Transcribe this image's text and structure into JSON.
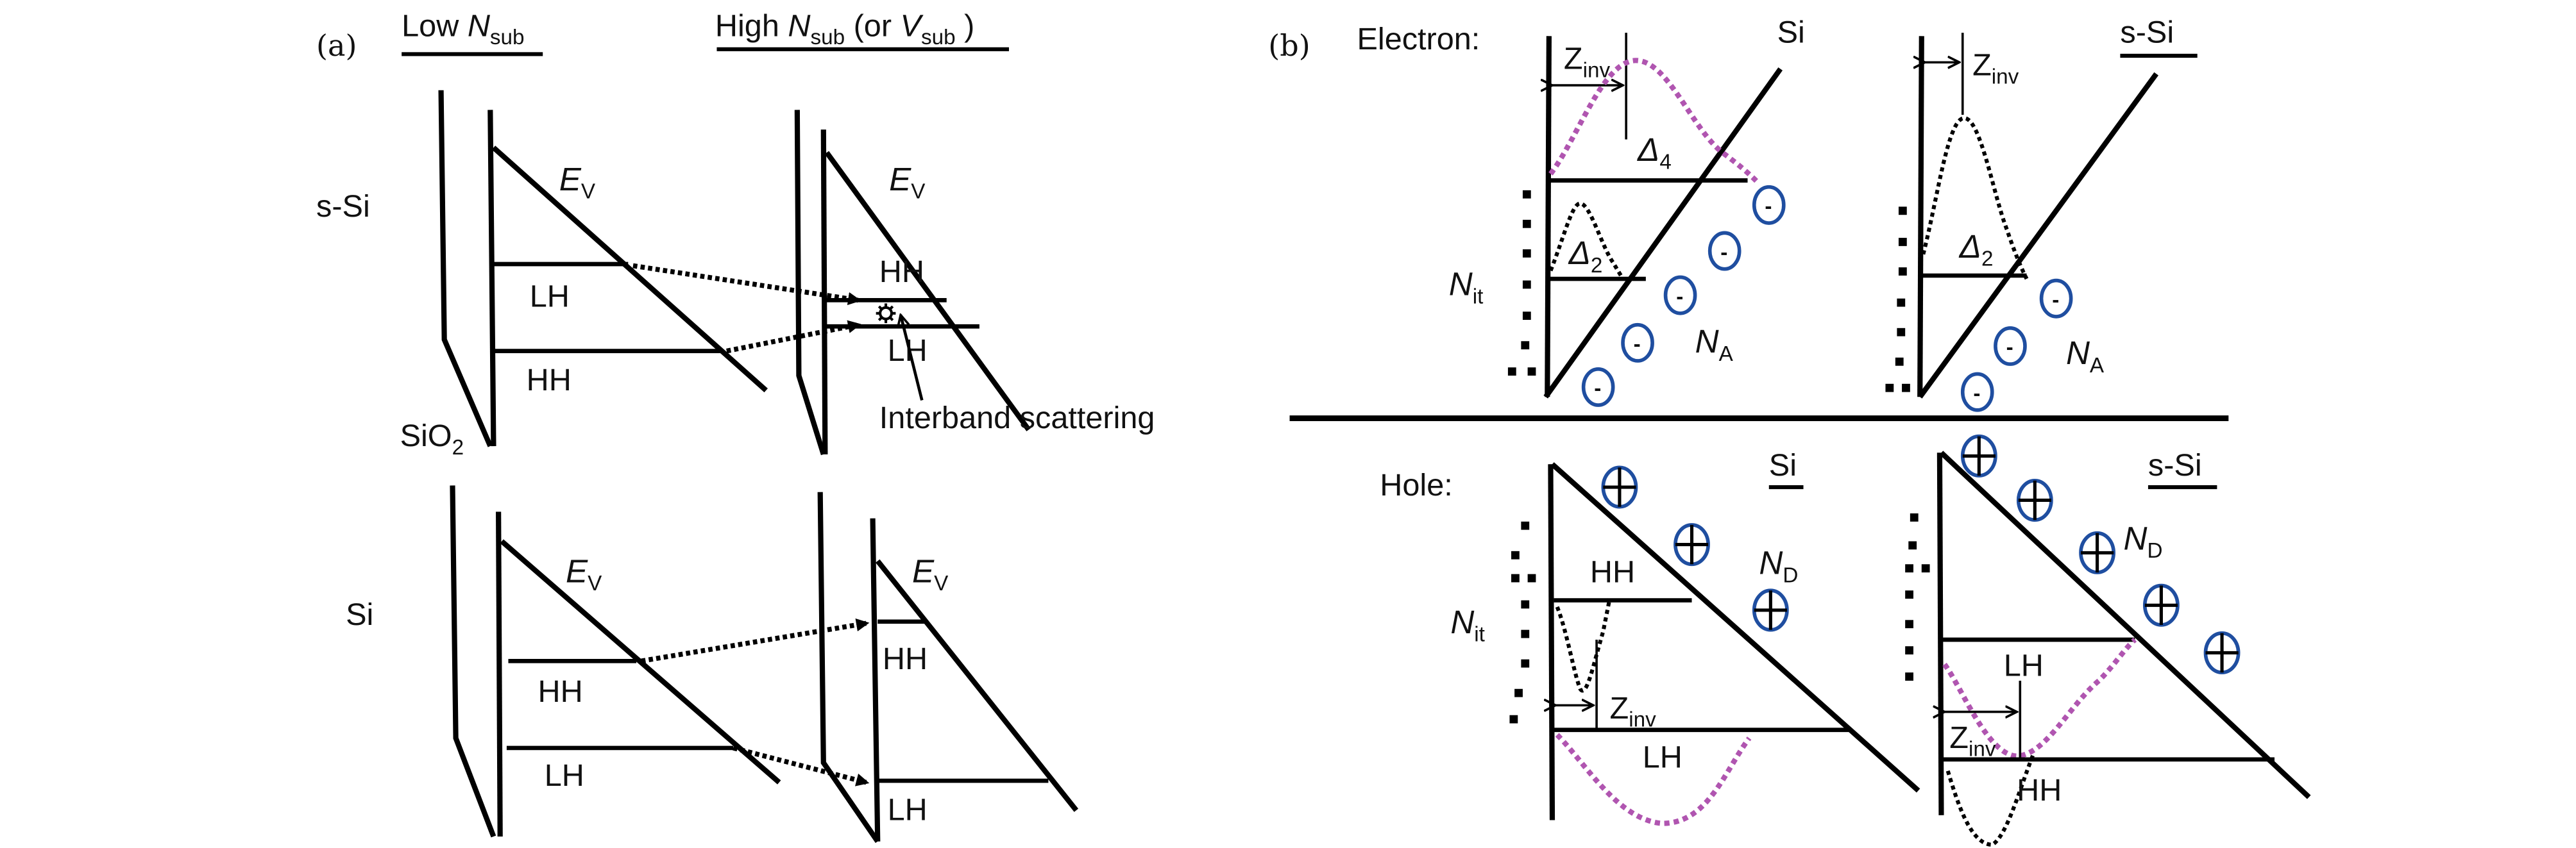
{
  "panel_a": {
    "label": "(a)",
    "col_low": {
      "text": "Low ",
      "sym": "N",
      "sub": "sub"
    },
    "col_high": {
      "text": "High ",
      "sym": "N",
      "sub": "sub",
      "paren_open": " (or ",
      "sym2": "V",
      "sub2": "sub",
      "paren_close": " )"
    },
    "rows": [
      {
        "material": "s-Si",
        "low": {
          "ev": "E",
          "ev_sub": "V",
          "upper_level": "LH",
          "lower_level": "HH"
        },
        "high": {
          "ev": "E",
          "ev_sub": "V",
          "upper_level": "HH",
          "lower_level": "LH"
        },
        "oxide": "SiO",
        "oxide_sub": "2",
        "annotation": "Interband scattering"
      },
      {
        "material": "Si",
        "low": {
          "ev": "E",
          "ev_sub": "V",
          "upper_level": "HH",
          "lower_level": "LH"
        },
        "high": {
          "ev": "E",
          "ev_sub": "V",
          "upper_level": "HH",
          "lower_level": "LH"
        }
      }
    ]
  },
  "panel_b": {
    "label": "(b)",
    "electron": {
      "title": "Electron:",
      "si": {
        "material": "Si",
        "zinv": "Z",
        "zinv_sub": "inv",
        "upper_valley": "Δ",
        "upper_valley_sub": "4",
        "lower_valley": "Δ",
        "lower_valley_sub": "2",
        "nit": "N",
        "nit_sub": "it",
        "dopant": "N",
        "dopant_sub": "A",
        "ion_symbol": "-"
      },
      "ssi": {
        "material": "s-Si",
        "zinv": "Z",
        "zinv_sub": "inv",
        "lower_valley": "Δ",
        "lower_valley_sub": "2",
        "dopant": "N",
        "dopant_sub": "A",
        "ion_symbol": "-"
      }
    },
    "hole": {
      "title": "Hole:",
      "si": {
        "material": "Si",
        "upper_level": "HH",
        "lower_level": "LH",
        "zinv": "Z",
        "zinv_sub": "inv",
        "nit": "N",
        "nit_sub": "it",
        "dopant": "N",
        "dopant_sub": "D",
        "ion_symbol": "+"
      },
      "ssi": {
        "material": "s-Si",
        "upper_level": "LH",
        "lower_level": "HH",
        "zinv": "Z",
        "zinv_sub": "inv",
        "dopant": "N",
        "dopant_sub": "D",
        "ion_symbol": "+"
      }
    }
  },
  "colors": {
    "line": "#000000",
    "wavefunction_dominant": "#b055b0",
    "ion_circle": "#1f4ea0"
  }
}
